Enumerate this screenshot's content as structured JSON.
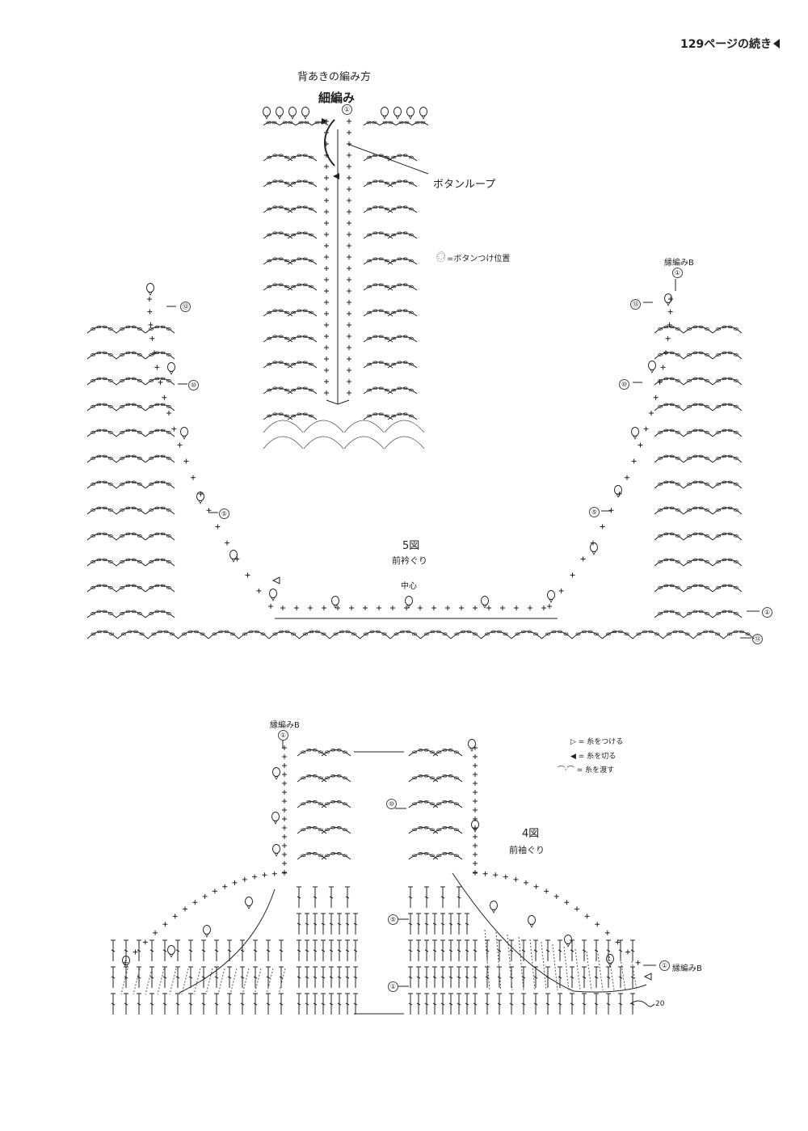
{
  "page": {
    "continuation": "129ページの続き"
  },
  "back_opening": {
    "title": "背あきの編み方",
    "subtitle": "細編み",
    "row_one_marker": "①",
    "button_loop_label": "ボタンループ",
    "button_position_legend": "=ボタンつけ位置"
  },
  "figure5": {
    "number": "5図",
    "name": "前衿ぐり",
    "center_label": "中心",
    "edging_label": "縁編みB",
    "row_markers": {
      "one": "①",
      "five": "⑤",
      "ten": "⑩",
      "thirteen": "⑬"
    }
  },
  "figure4": {
    "number": "4図",
    "name": "前袖ぐり",
    "edging_label_top": "縁編みB",
    "edging_label_right": "縁編みB",
    "row_markers": {
      "one": "①",
      "five": "⑤",
      "ten": "⑩",
      "twenty": "20"
    }
  },
  "legend": {
    "attach_yarn": "= 糸をつける",
    "cut_yarn": "= 糸を切る",
    "carry_yarn": "= 糸を渡す"
  },
  "colors": {
    "ink": "#222222",
    "light_ink": "#555555"
  }
}
